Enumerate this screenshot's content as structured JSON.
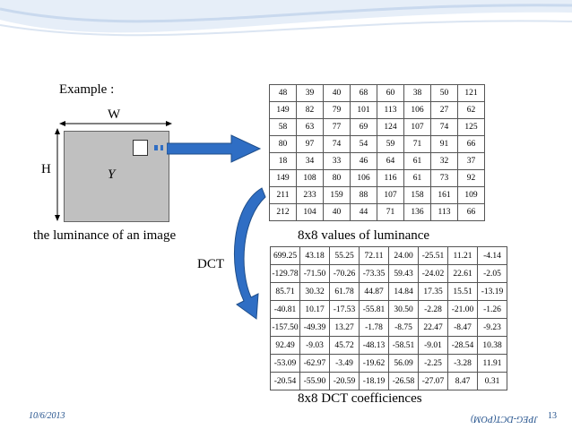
{
  "slide": {
    "example_label": "Example :",
    "width_label": "W",
    "height_label": "H",
    "y_label": "Y",
    "image_caption": "the luminance of an image",
    "dct_label": "DCT",
    "luminance_caption": "8x8 values of luminance",
    "dct_caption": "8x8 DCT coefficiences"
  },
  "luminance_table": [
    [
      "48",
      "39",
      "40",
      "68",
      "60",
      "38",
      "50",
      "121"
    ],
    [
      "149",
      "82",
      "79",
      "101",
      "113",
      "106",
      "27",
      "62"
    ],
    [
      "58",
      "63",
      "77",
      "69",
      "124",
      "107",
      "74",
      "125"
    ],
    [
      "80",
      "97",
      "74",
      "54",
      "59",
      "71",
      "91",
      "66"
    ],
    [
      "18",
      "34",
      "33",
      "46",
      "64",
      "61",
      "32",
      "37"
    ],
    [
      "149",
      "108",
      "80",
      "106",
      "116",
      "61",
      "73",
      "92"
    ],
    [
      "211",
      "233",
      "159",
      "88",
      "107",
      "158",
      "161",
      "109"
    ],
    [
      "212",
      "104",
      "40",
      "44",
      "71",
      "136",
      "113",
      "66"
    ]
  ],
  "dct_table": [
    [
      "699.25",
      "43.18",
      "55.25",
      "72.11",
      "24.00",
      "-25.51",
      "11.21",
      "-4.14"
    ],
    [
      "-129.78",
      "-71.50",
      "-70.26",
      "-73.35",
      "59.43",
      "-24.02",
      "22.61",
      "-2.05"
    ],
    [
      "85.71",
      "30.32",
      "61.78",
      "44.87",
      "14.84",
      "17.35",
      "15.51",
      "-13.19"
    ],
    [
      "-40.81",
      "10.17",
      "-17.53",
      "-55.81",
      "30.50",
      "-2.28",
      "-21.00",
      "-1.26"
    ],
    [
      "-157.50",
      "-49.39",
      "13.27",
      "-1.78",
      "-8.75",
      "22.47",
      "-8.47",
      "-9.23"
    ],
    [
      "92.49",
      "-9.03",
      "45.72",
      "-48.13",
      "-58.51",
      "-9.01",
      "-28.54",
      "10.38"
    ],
    [
      "-53.09",
      "-62.97",
      "-3.49",
      "-19.62",
      "56.09",
      "-2.25",
      "-3.28",
      "11.91"
    ],
    [
      "-20.54",
      "-55.90",
      "-20.59",
      "-18.19",
      "-26.58",
      "-27.07",
      "8.47",
      "0.31"
    ]
  ],
  "footer": {
    "date": "10/6/2013",
    "title": "JPEG-DCT(POM)",
    "page": "13"
  },
  "colors": {
    "header_wave": "#c9d9ee",
    "arrow_blue": "#2f6ec4",
    "image_gray": "#c0c0c0",
    "footer_text": "#1f4e8a"
  }
}
